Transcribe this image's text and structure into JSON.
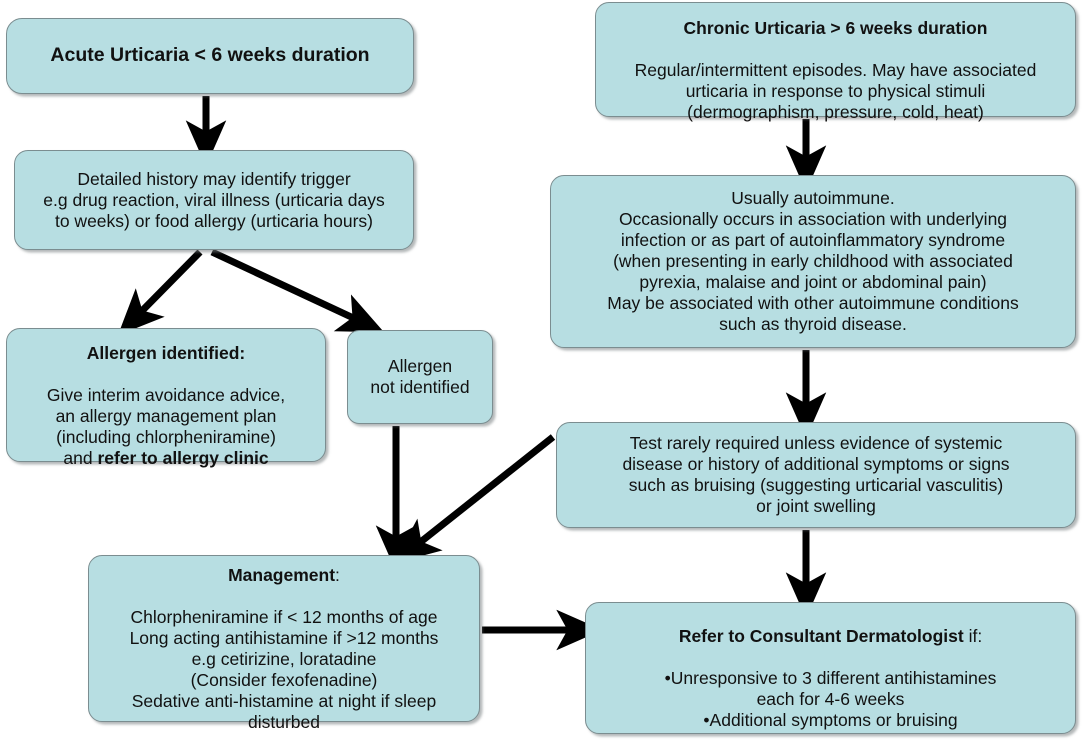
{
  "diagram": {
    "title": "Urticaria management flowchart",
    "palette": {
      "node_fill": "#b7dee2",
      "node_border": "#7b8d90",
      "text": "#111111",
      "arrow": "#000000",
      "background": "#ffffff"
    },
    "nodes": {
      "acute": {
        "heading": "Acute Urticaria  < 6 weeks duration",
        "body": ""
      },
      "history": {
        "heading": "",
        "body": "Detailed history may identify trigger\ne.g drug reaction, viral illness (urticaria days\nto weeks) or food allergy (urticaria hours)"
      },
      "allergen_identified": {
        "heading": "Allergen identified:",
        "body": "Give interim avoidance advice,\nan allergy management plan\n(including chlorpheniramine)\nand ",
        "body_bold_tail": "refer to allergy clinic"
      },
      "allergen_not_identified": {
        "heading": "",
        "body": "Allergen\nnot identified"
      },
      "management": {
        "heading": "Management",
        "heading_suffix": ":",
        "body": "Chlorpheniramine if < 12 months of age\nLong acting antihistamine if >12 months\ne.g cetirizine, loratadine\n(Consider fexofenadine)\nSedative anti-histamine at night if sleep\ndisturbed"
      },
      "chronic": {
        "heading": "Chronic Urticaria  > 6 weeks duration",
        "body": "Regular/intermittent episodes. May have associated\nurticaria in response to physical stimuli\n(dermographism, pressure, cold, heat)"
      },
      "autoimmune": {
        "heading": "",
        "body": "Usually autoimmune.\nOccasionally occurs in association with underlying\ninfection or as part of autoinflammatory syndrome\n(when presenting in early childhood with associated\npyrexia, malaise and joint or abdominal pain)\nMay be associated with other autoimmune conditions\nsuch as thyroid disease."
      },
      "test": {
        "heading": "",
        "body": "Test rarely required unless evidence of systemic\ndisease or history of additional symptoms or signs\nsuch as bruising (suggesting urticarial vasculitis)\nor joint swelling"
      },
      "refer": {
        "heading": "Refer to Consultant Dermatologist",
        "heading_suffix": " if:",
        "body": "•Unresponsive to 3 different antihistamines\neach for 4-6 weeks\n•Additional symptoms or bruising"
      }
    },
    "connectors": [
      {
        "name": "acute-to-history",
        "kind": "arrow-down"
      },
      {
        "name": "history-to-allergen-id",
        "kind": "arrow-diagonal-left"
      },
      {
        "name": "history-to-allergen-no",
        "kind": "arrow-diagonal-right"
      },
      {
        "name": "allergen-no-to-management",
        "kind": "arrow-down"
      },
      {
        "name": "test-to-management",
        "kind": "arrow-diagonal-left"
      },
      {
        "name": "management-to-refer",
        "kind": "arrow-right"
      },
      {
        "name": "chronic-to-autoimmune",
        "kind": "arrow-down"
      },
      {
        "name": "autoimmune-to-test",
        "kind": "arrow-down"
      },
      {
        "name": "test-to-refer",
        "kind": "arrow-down"
      }
    ]
  }
}
